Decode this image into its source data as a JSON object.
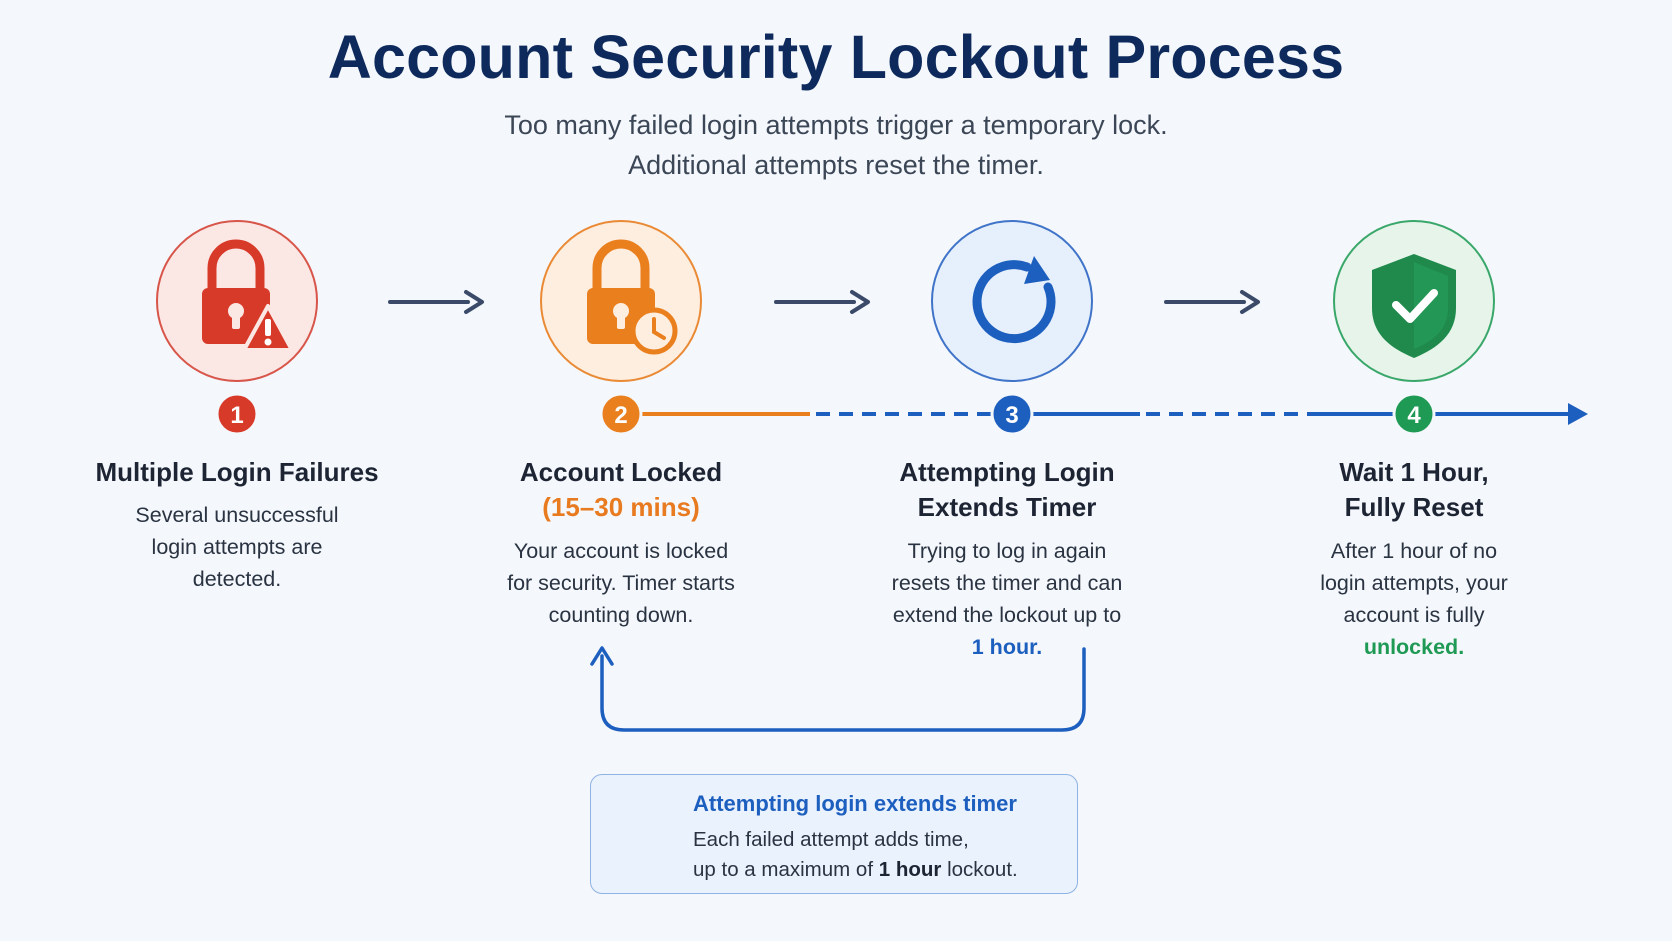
{
  "title": "Account Security Lockout Process",
  "subtitle": {
    "line1": "Too many failed login attempts trigger a temporary lock.",
    "line2": "Additional attempts reset the timer."
  },
  "colors": {
    "step1": "#d83a2a",
    "step2": "#ea7f1e",
    "step3": "#1d5fbf",
    "step4": "#1f9a55",
    "arrow": "#3a4a68"
  },
  "steps": [
    {
      "number": "1",
      "icon": "lock-warning-icon",
      "title": "Multiple Login Failures",
      "desc_lines": [
        "Several unsuccessful",
        "login attempts are",
        "detected."
      ]
    },
    {
      "number": "2",
      "icon": "lock-clock-icon",
      "title": "Account Locked",
      "title_accent": "(15–30 mins)",
      "desc_lines": [
        "Your account is locked",
        "for security. Timer starts",
        "counting down."
      ]
    },
    {
      "number": "3",
      "icon": "refresh-icon",
      "title_lines": [
        "Attempting Login",
        "Extends Timer"
      ],
      "desc_lines": [
        "Trying to log in again",
        "resets the timer and can",
        "extend the lockout up to"
      ],
      "desc_accent": "1 hour."
    },
    {
      "number": "4",
      "icon": "shield-check-icon",
      "title_lines": [
        "Wait 1 Hour,",
        "Fully Reset"
      ],
      "desc_lines": [
        "After 1 hour of no",
        "login attempts, your",
        "account is fully"
      ],
      "desc_accent": "unlocked."
    }
  ],
  "info_box": {
    "icon": "hourglass-icon",
    "title": "Attempting login extends timer",
    "line1": "Each failed attempt adds time,",
    "line2_prefix": "up to a maximum of ",
    "line2_bold": "1 hour",
    "line2_suffix": " lockout."
  }
}
